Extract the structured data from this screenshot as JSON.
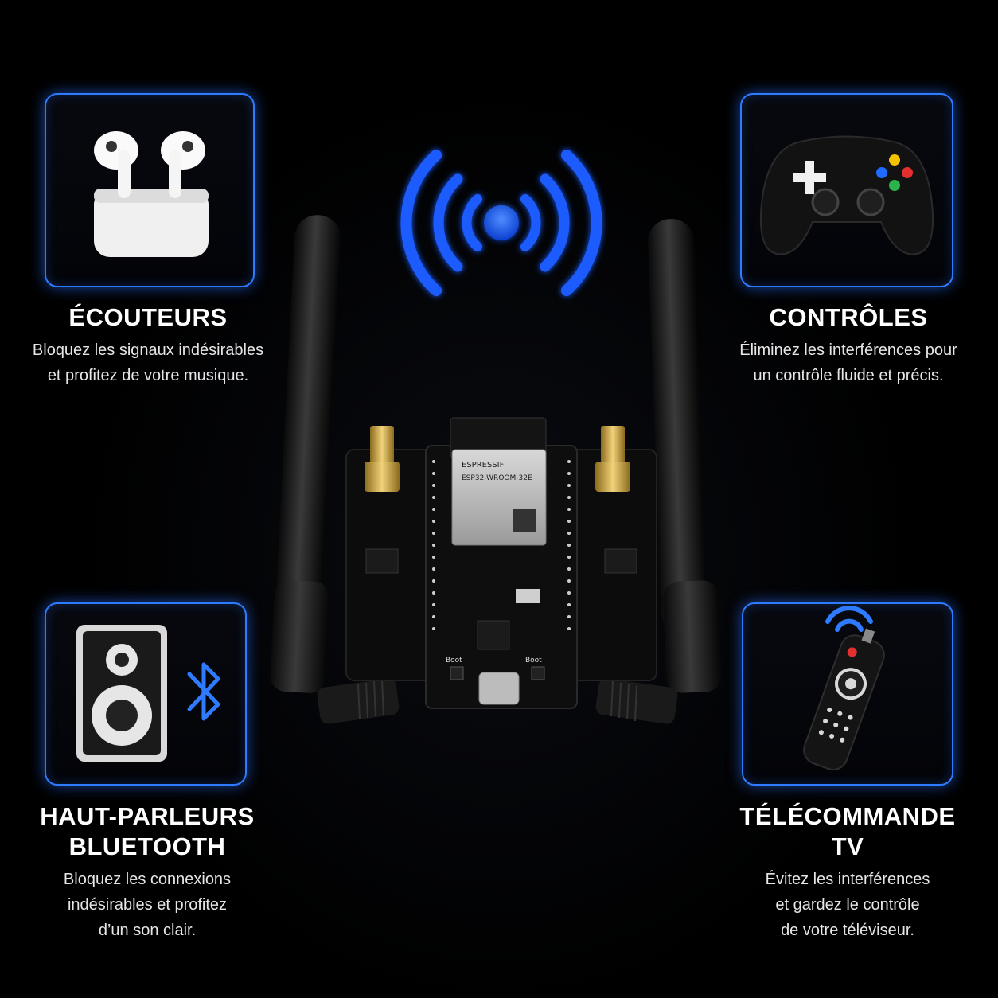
{
  "features": [
    {
      "id": "earbuds",
      "title_lines": [
        "ÉCOUTEURS"
      ],
      "desc_lines": [
        "Bloquez les signaux indésirables",
        "et profitez de votre musique."
      ],
      "icon": "earbuds-icon"
    },
    {
      "id": "controllers",
      "title_lines": [
        "CONTRÔLES"
      ],
      "desc_lines": [
        "Éliminez les interférences pour",
        "un contrôle fluide et précis."
      ],
      "icon": "gamepad-icon"
    },
    {
      "id": "speakers",
      "title_lines": [
        "HAUT-PARLEURS",
        "BLUETOOTH"
      ],
      "desc_lines": [
        "Bloquez les connexions",
        "indésirables et profitez",
        "d’un son clair."
      ],
      "icon": "speaker-icon"
    },
    {
      "id": "tv-remote",
      "title_lines": [
        "TÉLÉCOMMANDE",
        "TV"
      ],
      "desc_lines": [
        "Évitez les interférences",
        "et gardez le contrôle",
        "de votre téléviseur."
      ],
      "icon": "remote-icon"
    }
  ],
  "board": {
    "module_brand": "ESPRESSIF",
    "module_model": "ESP32-WROOM-32E",
    "button_left": "Boot",
    "button_right": "Boot"
  },
  "colors": {
    "accent": "#2f7bff",
    "background": "#000000"
  }
}
